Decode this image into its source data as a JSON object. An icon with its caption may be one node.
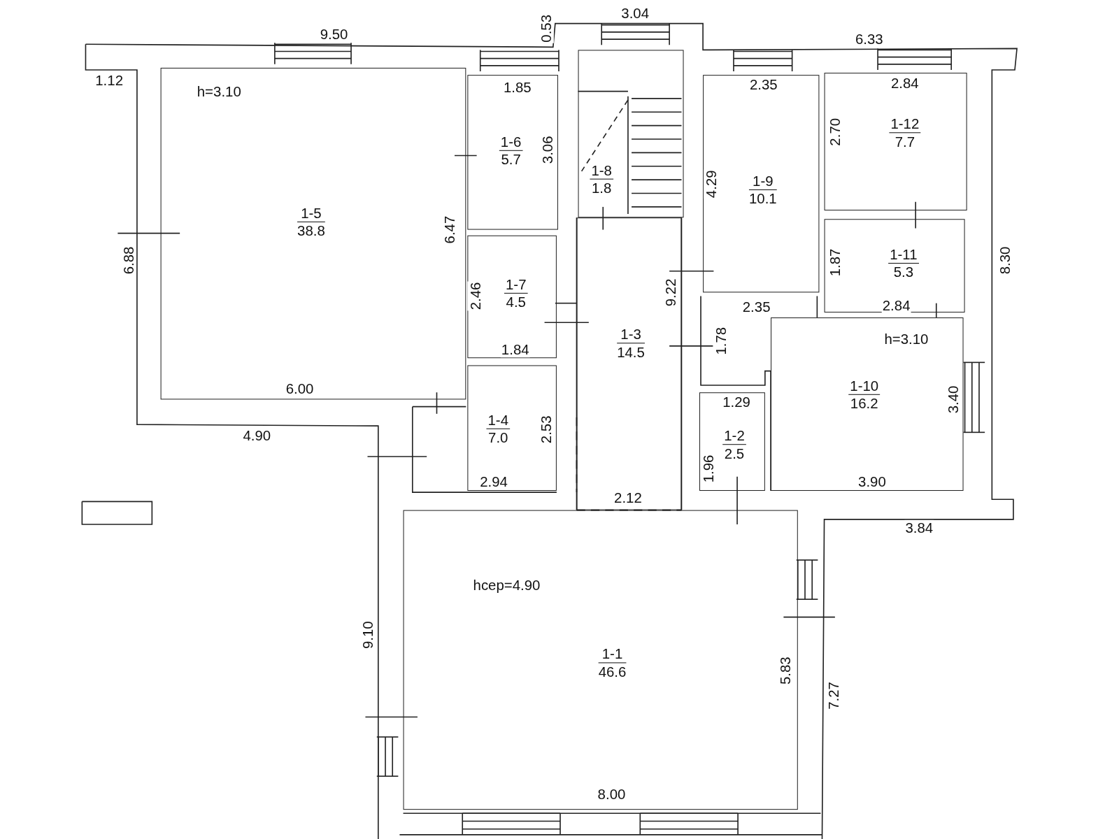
{
  "diagram": {
    "nodes": [
      {
        "text": [
          "1-5",
          "38.8"
        ]
      },
      {
        "text": [
          "1-6",
          "5.7"
        ]
      },
      {
        "text": [
          "1-8",
          "1.8"
        ]
      },
      {
        "text": [
          "1-9",
          "10.1"
        ]
      },
      {
        "text": [
          "1-12",
          "7.7"
        ]
      },
      {
        "text": [
          "1-11",
          "5.3"
        ]
      },
      {
        "text": [
          "1-7",
          "4.5"
        ]
      },
      {
        "text": [
          "1-3",
          "14.5"
        ]
      },
      {
        "text": [
          "1-10",
          "16.2"
        ]
      },
      {
        "text": [
          "1-4",
          "7.0"
        ]
      },
      {
        "text": [
          "1-2",
          "2.5"
        ]
      },
      {
        "text": [
          "1-1",
          "46.6"
        ]
      }
    ],
    "labels": [
      "3.04",
      "0.53",
      "9.50",
      "6.33",
      "1.12",
      "h=3.10",
      "1.85",
      "2.35",
      "2.84",
      "3.06",
      "2.70",
      "4.29",
      "6.47",
      "6.88",
      "1.87",
      "8.30",
      "2.46",
      "9.22",
      "2.35",
      "2.84",
      "h=3.10",
      "1.84",
      "1.78",
      "6.00",
      "1.29",
      "2.53",
      "3.40",
      "4.90",
      "1.96",
      "2.94",
      "3.90",
      "2.12",
      "3.84",
      "hсер=4.90",
      "9.10",
      "5.83",
      "7.27",
      "8.00"
    ]
  }
}
